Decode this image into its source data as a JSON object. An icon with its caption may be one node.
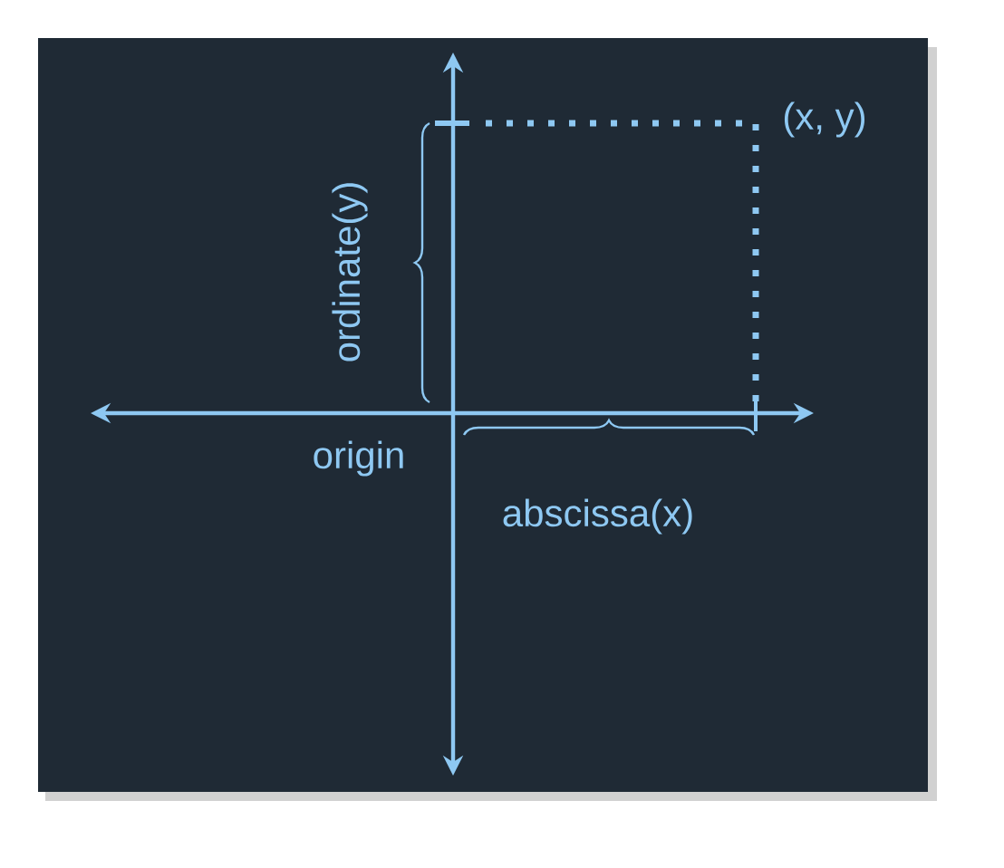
{
  "diagram": {
    "labels": [
      "(x, y)",
      "ordinate(y)",
      "origin",
      "abscissa(x)"
    ]
  }
}
